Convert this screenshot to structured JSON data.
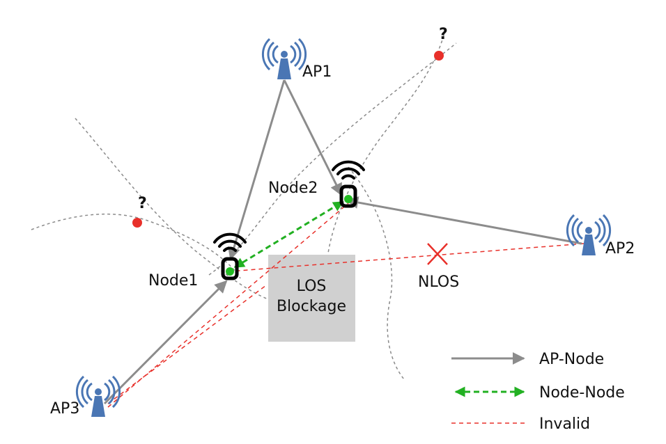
{
  "nodes": {
    "ap1": {
      "label": "AP1"
    },
    "ap2": {
      "label": "AP2"
    },
    "ap3": {
      "label": "AP3"
    },
    "node1": {
      "label": "Node1"
    },
    "node2": {
      "label": "Node2"
    }
  },
  "unknown_marks": {
    "upper": "?",
    "left": "?"
  },
  "blockage": {
    "line1": "LOS",
    "line2": "Blockage"
  },
  "nlos": {
    "label": "NLOS"
  },
  "legend": {
    "ap_node": "AP-Node",
    "node_node": "Node-Node",
    "invalid": "Invalid"
  },
  "colors": {
    "ap_node_arrow": "#8c8c8c",
    "node_node_arrow": "#22b022",
    "invalid_line": "#e8302a",
    "estimate_dot": "#e8302a",
    "node_dot": "#22bb22",
    "antenna_blue": "#4a76b4",
    "blockage_fill": "#d0d0d0"
  },
  "icons": {
    "access_point": "antenna-icon",
    "node": "wireless-node-icon",
    "nlos": "cross-icon"
  }
}
